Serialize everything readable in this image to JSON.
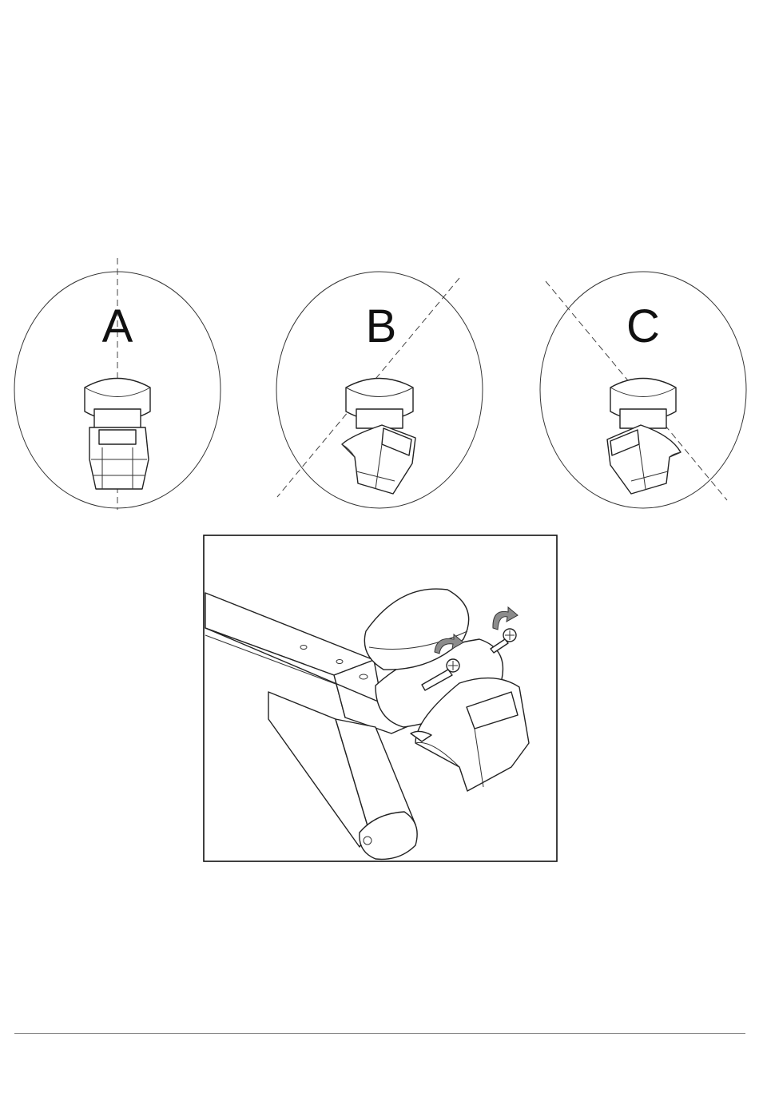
{
  "figure": {
    "views": [
      {
        "id": "A",
        "label": "A"
      },
      {
        "id": "B",
        "label": "B"
      },
      {
        "id": "C",
        "label": "C"
      }
    ]
  },
  "colors": {
    "line": "#222222",
    "arrow": "#8c8c8c",
    "rule": "#8a8a8a"
  }
}
